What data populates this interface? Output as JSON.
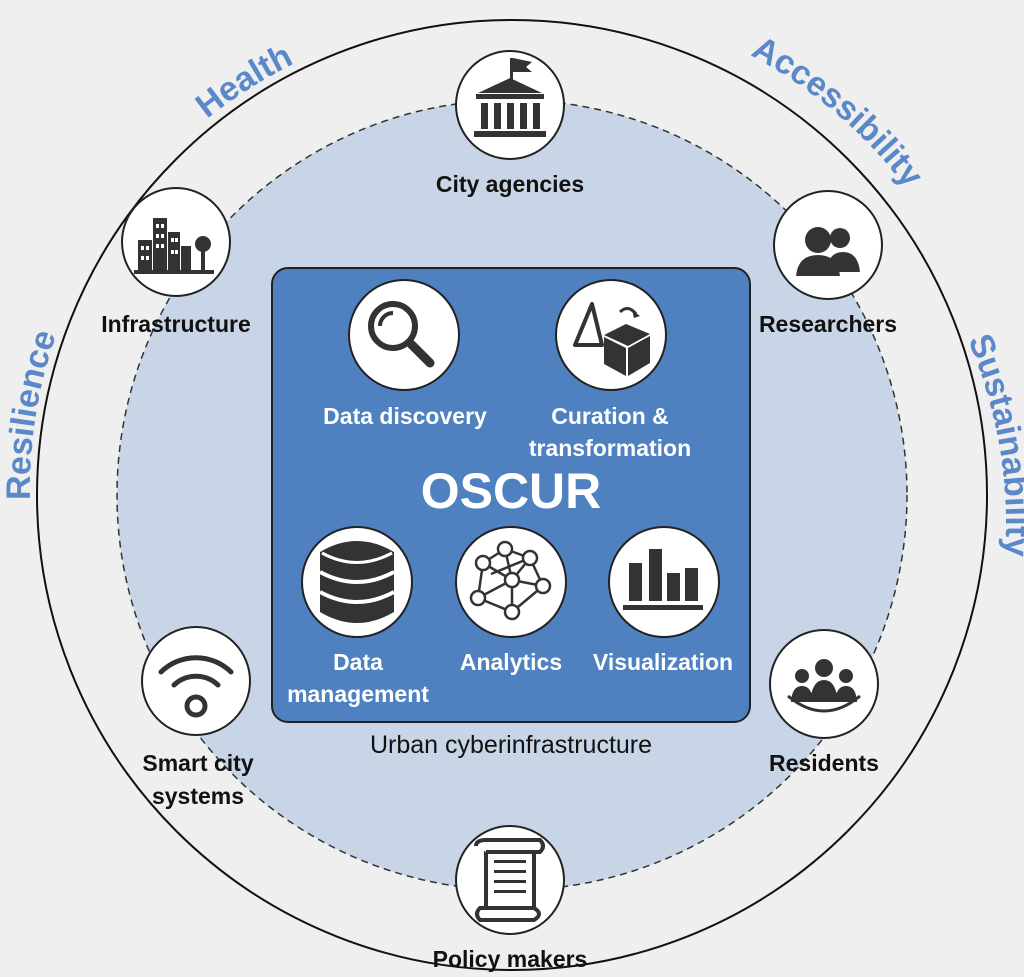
{
  "themes": {
    "health": "Health",
    "accessibility": "Accessibility",
    "sustainability": "Sustainability",
    "resilience": "Resilience"
  },
  "center": {
    "title": "OSCUR",
    "subtitle": "Urban cyberinfrastructure"
  },
  "inner_nodes": {
    "discovery": "Data discovery",
    "curation_line1": "Curation &",
    "curation_line2": "transformation",
    "management_line1": "Data",
    "management_line2": "management",
    "analytics": "Analytics",
    "visualization": "Visualization"
  },
  "outer_nodes": {
    "agencies": "City agencies",
    "researchers": "Researchers",
    "infrastructure": "Infrastructure",
    "smart_line1": "Smart city",
    "smart_line2": "systems",
    "residents": "Residents",
    "policy": "Policy makers"
  },
  "icons": {
    "agencies": "government-building-icon",
    "researchers": "people-group-icon",
    "infrastructure": "city-buildings-icon",
    "smart": "wifi-signal-icon",
    "residents": "community-icon",
    "policy": "scroll-document-icon",
    "discovery": "magnifier-icon",
    "curation": "shape-transform-icon",
    "management": "database-icon",
    "analytics": "network-graph-icon",
    "visualization": "bar-chart-icon"
  },
  "colors": {
    "background": "#efefef",
    "inner_disc": "#c8d5e6",
    "center_box": "#4f81c1",
    "theme_text": "#5b88c9"
  }
}
